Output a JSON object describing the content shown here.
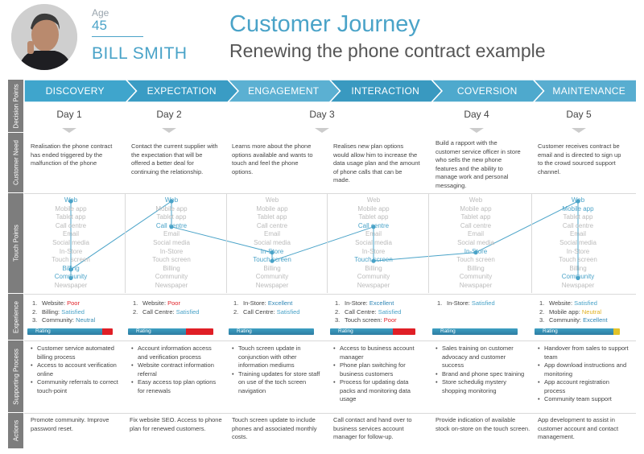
{
  "persona": {
    "age_label": "Age",
    "age": "45",
    "name": "BILL SMITH"
  },
  "title": "Customer Journey",
  "subtitle": "Renewing the phone contract example",
  "row_labels": [
    "Decision Points",
    "Customer Need",
    "Touch Points",
    "Experience",
    "Supporting Process",
    "Actions"
  ],
  "stages": [
    {
      "label": "DISCOVERY",
      "color": "#3fa5cc"
    },
    {
      "label": "EXPECTATION",
      "color": "#3a9cc4"
    },
    {
      "label": "ENGAGEMENT",
      "color": "#5bb0d2"
    },
    {
      "label": "INTERACTION",
      "color": "#3999c0"
    },
    {
      "label": "COVERSION",
      "color": "#4ea9cd"
    },
    {
      "label": "MAINTENANCE",
      "color": "#58add0"
    }
  ],
  "days": [
    "Day 1",
    "Day 2",
    "Day 3",
    "Day 4",
    "Day 5"
  ],
  "needs": [
    "Realisation the phone contract has ended triggered by the malfunction of the phone",
    "Contact  the current supplier with the expectation that will be offered a better deal for continuing the relationship.",
    "Learns more about the phone options available and wants to touch and feel the phone options.",
    "Realises new plan options would allow him to increase the data usage plan and the amount of phone calls that can be made.",
    "Build a rapport with the customer service officer in store who sells the new phone features and the ability to manage work and personal messaging.",
    "Customer receives contract be email and is directed to sign up to the crowd sourced support channel."
  ],
  "touchpoint_items": [
    "Web",
    "Mobile app",
    "Tablet app",
    "Call centre",
    "Email",
    "Social media",
    "In-Store",
    "Touch screen",
    "Billing",
    "Community",
    "Newspaper"
  ],
  "touchpoint_active": [
    [
      0,
      8,
      9
    ],
    [
      0,
      3
    ],
    [
      6,
      7
    ],
    [
      3,
      7
    ],
    [
      6
    ],
    [
      0,
      1,
      9
    ]
  ],
  "experience": [
    [
      {
        "n": "1.",
        "label": "Website: ",
        "rating": "Poor",
        "cls": "poor"
      },
      {
        "n": "2.",
        "label": "Billing: ",
        "rating": "Satisfied",
        "cls": "sat"
      },
      {
        "n": "3.",
        "label": "Community: ",
        "rating": "Neutral",
        "cls": "neu"
      }
    ],
    [
      {
        "n": "1.",
        "label": "Website: ",
        "rating": "Poor",
        "cls": "poor"
      },
      {
        "n": "2.",
        "label": "Call Centre: ",
        "rating": "Satisfied",
        "cls": "sat"
      }
    ],
    [
      {
        "n": "1.",
        "label": "In-Store: ",
        "rating": "Excellent",
        "cls": "exc"
      },
      {
        "n": "2.",
        "label": "Call Centre: ",
        "rating": "Satisfied",
        "cls": "sat"
      }
    ],
    [
      {
        "n": "1.",
        "label": "In-Store: ",
        "rating": "Excellent",
        "cls": "exc"
      },
      {
        "n": "2.",
        "label": "Call Centre: ",
        "rating": "Satisfied",
        "cls": "sat"
      },
      {
        "n": "3.",
        "label": "Touch screen: ",
        "rating": "Poor",
        "cls": "poor"
      }
    ],
    [
      {
        "n": "1.",
        "label": "In-Store: ",
        "rating": "Satisfied",
        "cls": "sat"
      }
    ],
    [
      {
        "n": "1.",
        "label": "Website: ",
        "rating": "Satisfied",
        "cls": "sat"
      },
      {
        "n": "2.",
        "label": "Mobile app: ",
        "rating": "Neutral",
        "cls": "neut"
      },
      {
        "n": "3.",
        "label": "Community: ",
        "rating": "Excellent",
        "cls": "exc"
      }
    ]
  ],
  "rating_label": "Rating",
  "rating_bars": [
    {
      "positive": 0.88,
      "negative": 0.12,
      "neg_color": "#e01f26"
    },
    {
      "positive": 0.68,
      "negative": 0.32,
      "neg_color": "#e01f26"
    },
    {
      "positive": 1.0,
      "negative": 0.0,
      "neg_color": "#e01f26"
    },
    {
      "positive": 0.74,
      "negative": 0.26,
      "neg_color": "#e01f26"
    },
    {
      "positive": 1.0,
      "negative": 0.0,
      "neg_color": "#e01f26"
    },
    {
      "positive": 0.92,
      "negative": 0.08,
      "neg_color": "#e2c228"
    }
  ],
  "supporting": [
    [
      "Customer service automated billing process",
      "Access to account verification online",
      "Community referrals to correct touch-point"
    ],
    [
      "Account information access and verification process",
      "Website contract information referral",
      "Easy access top plan options for renewals"
    ],
    [
      "Touch screen update in conjunction with other information mediums",
      "Training updates for store staff on use of the toch screen navigation"
    ],
    [
      "Access to business account manager",
      "Phone plan switching for business customers",
      "Process for updating data packs and monitoring data usage"
    ],
    [
      "Sales training on customer advocacy and customer success",
      "Brand and phone spec training",
      "Store schedulig mystery shopping monitoring"
    ],
    [
      "Handover from sales to support team",
      "App download instructions and monitoring",
      "App account registration process",
      "Community team support"
    ]
  ],
  "actions": [
    "Promote community. Improve password reset.",
    "Fix website SEO. Access to phone plan for renewed customers.",
    "Touch screen update to include phones and associated monthly costs.",
    "Call contact and hand over to business services account manager for follow-up.",
    "Provide indication of available stock on-store on the touch screen.",
    "App development to assist in customer account and contact management."
  ]
}
